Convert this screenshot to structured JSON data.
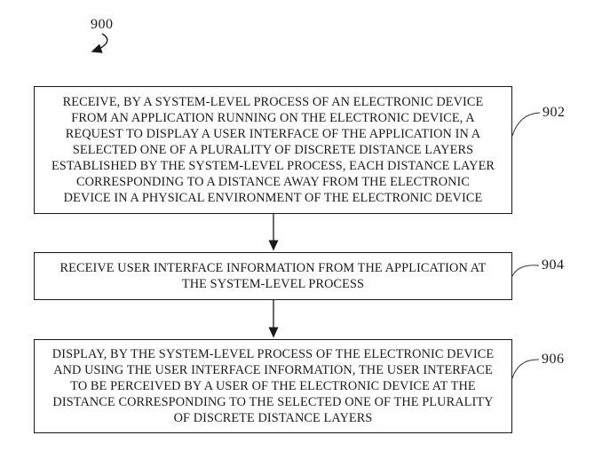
{
  "figure": {
    "figure_label": "900",
    "colors": {
      "line": "#1a1a1a",
      "text": "#1a1a1a",
      "background": "#ffffff"
    },
    "steps": [
      {
        "ref": "902",
        "lines": [
          "RECEIVE, BY A SYSTEM-LEVEL PROCESS OF AN ELECTRONIC DEVICE",
          "FROM AN APPLICATION RUNNING ON THE ELECTRONIC DEVICE, A",
          "REQUEST TO DISPLAY A USER INTERFACE OF THE APPLICATION IN A",
          "SELECTED ONE OF A PLURALITY OF DISCRETE DISTANCE LAYERS",
          "ESTABLISHED BY THE SYSTEM-LEVEL PROCESS, EACH DISTANCE LAYER",
          "CORRESPONDING TO A DISTANCE AWAY FROM THE ELECTRONIC",
          "DEVICE IN A PHYSICAL ENVIRONMENT OF THE ELECTRONIC DEVICE"
        ]
      },
      {
        "ref": "904",
        "lines": [
          "RECEIVE USER INTERFACE INFORMATION FROM THE APPLICATION AT",
          "THE SYSTEM-LEVEL PROCESS"
        ]
      },
      {
        "ref": "906",
        "lines": [
          "DISPLAY, BY THE SYSTEM-LEVEL PROCESS OF THE ELECTRONIC DEVICE",
          "AND USING THE USER INTERFACE INFORMATION, THE USER INTERFACE",
          "TO BE PERCEIVED BY A USER OF THE ELECTRONIC DEVICE AT THE",
          "DISTANCE CORRESPONDING TO THE SELECTED ONE OF THE PLURALITY",
          "OF DISCRETE DISTANCE LAYERS"
        ]
      }
    ]
  }
}
